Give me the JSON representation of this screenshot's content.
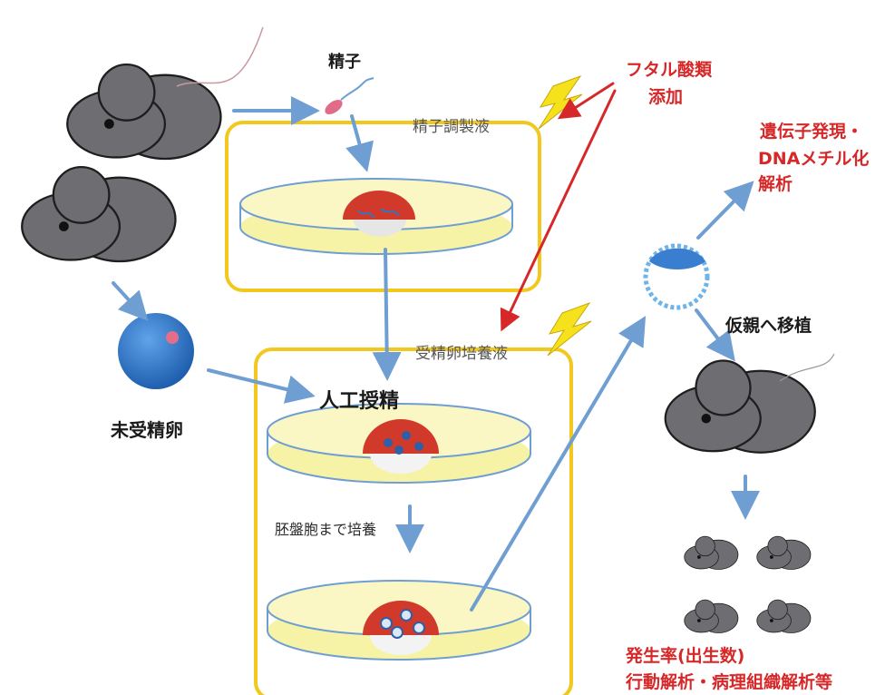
{
  "labels": {
    "sperm": "精子",
    "phthalate_line1": "フタル酸類",
    "phthalate_line2": "添加",
    "sperm_medium": "精子調製液",
    "gene_line1": "遺伝子発現・",
    "gene_line2": "DNAメチル化",
    "gene_line3": "解析",
    "embryo_medium": "受精卵培養液",
    "transfer": "仮親へ移植",
    "ivf": "人工授精",
    "unfertilized_egg": "未受精卵",
    "culture_to_blastocyst": "胚盤胞まで培養",
    "outcome_line1": "発生率(出生数)",
    "outcome_line2": "行動解析・病理組織解析等"
  },
  "colors": {
    "mouse": "#6e6e72",
    "mouse_outline": "#1e1e1e",
    "arrow_blue": "#6f9ed3",
    "arrow_red": "#d62828",
    "frame_yellow": "#f2c81e",
    "medium_fill": "#f7f3a6",
    "egg_blue": "#2f76c6",
    "dish_cap_red": "#d13a2a",
    "lightning": "#f6e21c"
  },
  "icons": [
    "mouse-icon",
    "lightning-icon",
    "petri-dish-icon",
    "sperm-icon",
    "egg-cell-icon",
    "blastocyst-icon"
  ]
}
